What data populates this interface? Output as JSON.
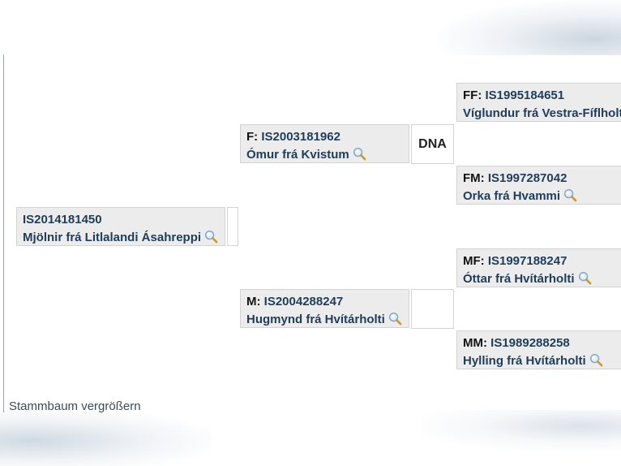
{
  "subject": {
    "reg": "IS2014181450",
    "name": "Mjölnir frá Litlalandi Ásahreppi"
  },
  "sire": {
    "prefix": "F:",
    "reg": "IS2003181962",
    "name": "Ómur frá Kvistum",
    "badge": "DNA"
  },
  "dam": {
    "prefix": "M:",
    "reg": "IS2004288247",
    "name": "Hugmynd frá Hvítárholti"
  },
  "ff": {
    "prefix": "FF:",
    "reg": "IS1995184651",
    "name": "Víglundur frá Vestra-Fíflholti"
  },
  "fm": {
    "prefix": "FM:",
    "reg": "IS1997287042",
    "name": "Orka frá Hvammi"
  },
  "mf": {
    "prefix": "MF:",
    "reg": "IS1997188247",
    "name": "Óttar frá Hvítárholti"
  },
  "mm": {
    "prefix": "MM:",
    "reg": "IS1989288258",
    "name": "Hylling frá Hvítárholti"
  },
  "footer": {
    "enlarge_link": "Stammbaum vergrößern"
  },
  "icons": {
    "search": "magnifier-icon"
  }
}
